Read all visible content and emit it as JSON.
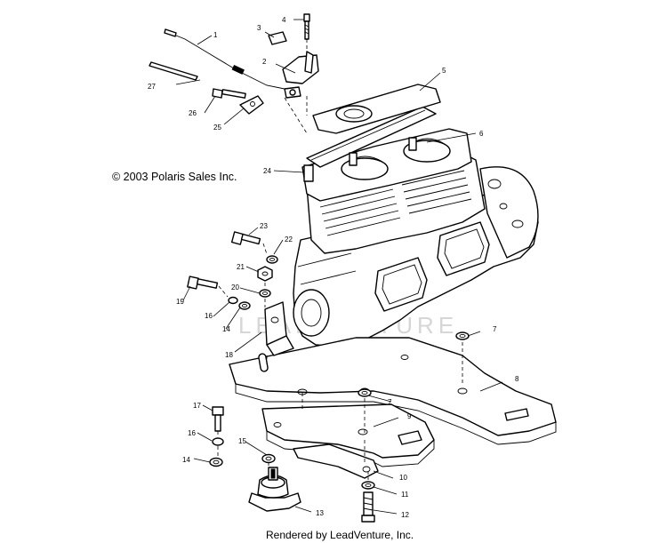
{
  "diagram": {
    "copyright": "© 2003 Polaris Sales Inc.",
    "rendered_by": "Rendered by LeadVenture, Inc.",
    "watermark": "LEADVENTURE",
    "callouts": {
      "c1": "1",
      "c2": "2",
      "c3": "3",
      "c4": "4",
      "c5": "5",
      "c6": "6",
      "c7a": "7",
      "c7b": "7",
      "c8": "8",
      "c9": "9",
      "c10": "10",
      "c11": "11",
      "c12": "12",
      "c13": "13",
      "c14a": "14",
      "c14b": "14",
      "c15": "15",
      "c16a": "16",
      "c16b": "16",
      "c17": "17",
      "c18": "18",
      "c19": "19",
      "c20": "20",
      "c21": "21",
      "c22": "22",
      "c23": "23",
      "c24": "24",
      "c25": "25",
      "c26": "26",
      "c27": "27"
    }
  }
}
